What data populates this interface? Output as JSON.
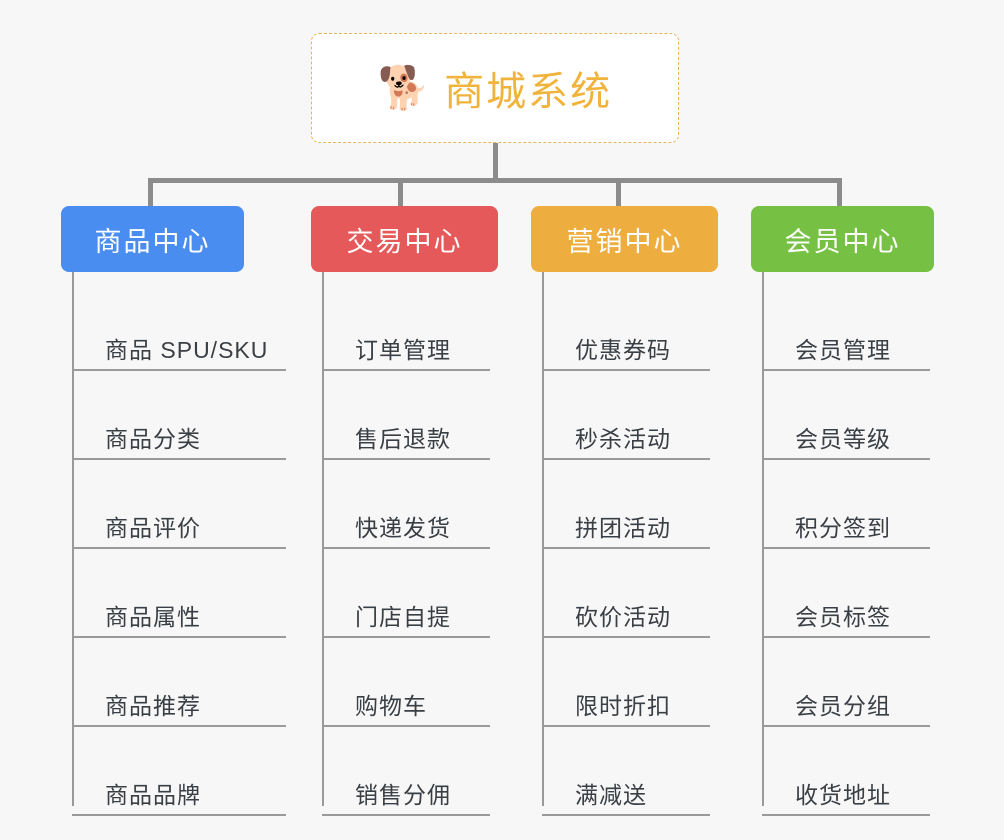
{
  "background_color": "#f7f7f7",
  "root": {
    "icon": "shiba-dog-face-emoji",
    "emoji": "🐕",
    "title": "商城系统",
    "text_color": "#f0b43c",
    "border_color": "#e8b45a",
    "background": "#ffffff"
  },
  "connector_color": "#8c8c8c",
  "leaf_line_color": "#9a9a9a",
  "columns": [
    {
      "title": "商品中心",
      "color": "#4a8df0",
      "items": [
        "商品 SPU/SKU",
        "商品分类",
        "商品评价",
        "商品属性",
        "商品推荐",
        "商品品牌"
      ]
    },
    {
      "title": "交易中心",
      "color": "#e5595a",
      "items": [
        "订单管理",
        "售后退款",
        "快递发货",
        "门店自提",
        "购物车",
        "销售分佣"
      ]
    },
    {
      "title": "营销中心",
      "color": "#eeae3f",
      "items": [
        "优惠券码",
        "秒杀活动",
        "拼团活动",
        "砍价活动",
        "限时折扣",
        "满减送"
      ]
    },
    {
      "title": "会员中心",
      "color": "#76c143",
      "items": [
        "会员管理",
        "会员等级",
        "积分签到",
        "会员标签",
        "会员分组",
        "收货地址"
      ]
    }
  ]
}
